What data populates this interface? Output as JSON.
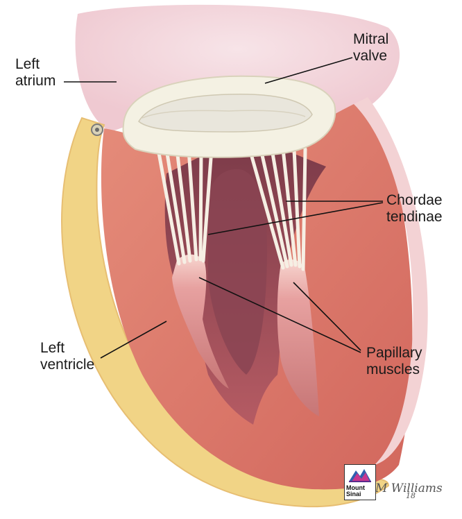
{
  "labels": {
    "left_atrium": [
      "Left",
      "atrium"
    ],
    "mitral_valve": [
      "Mitral",
      "valve"
    ],
    "chordae_tendinae": [
      "Chordae",
      "tendinae"
    ],
    "left_ventricle": [
      "Left",
      "ventricle"
    ],
    "papillary_muscles": [
      "Papillary",
      "muscles"
    ]
  },
  "logo": {
    "line1": "Mount",
    "line2": "Sinai"
  },
  "signature": {
    "name": "M Williams",
    "year": "18"
  },
  "colors": {
    "muscle": "#e07a6b",
    "muscle_dark": "#b85a55",
    "cavity": "#9b4d5c",
    "atrium": "#f2d6dc",
    "valve": "#f3efe0",
    "chordae": "#f4ece1",
    "epicardium": "#f3d98a"
  }
}
